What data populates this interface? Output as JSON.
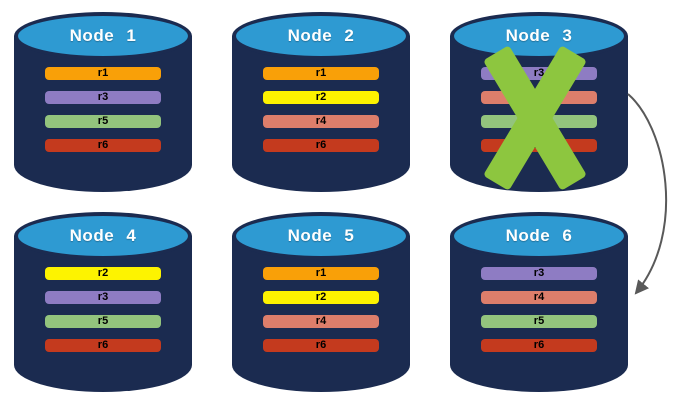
{
  "nodes": [
    {
      "title": "Node 1",
      "failed": false,
      "replicas": [
        {
          "label": "r1",
          "color": "#F9A008"
        },
        {
          "label": "r3",
          "color": "#8E7CC3"
        },
        {
          "label": "r5",
          "color": "#93C47D"
        },
        {
          "label": "r6",
          "color": "#C43A1E"
        }
      ]
    },
    {
      "title": "Node 2",
      "failed": false,
      "replicas": [
        {
          "label": "r1",
          "color": "#F9A008"
        },
        {
          "label": "r2",
          "color": "#FDF300"
        },
        {
          "label": "r4",
          "color": "#DD7E6B"
        },
        {
          "label": "r6",
          "color": "#C43A1E"
        }
      ]
    },
    {
      "title": "Node 3",
      "failed": true,
      "replicas": [
        {
          "label": "r3",
          "color": "#8E7CC3"
        },
        {
          "label": "r4",
          "color": "#DD7E6B"
        },
        {
          "label": "r5",
          "color": "#93C47D"
        },
        {
          "label": "r6",
          "color": "#C43A1E"
        }
      ]
    },
    {
      "title": "Node 4",
      "failed": false,
      "replicas": [
        {
          "label": "r2",
          "color": "#FDF300"
        },
        {
          "label": "r3",
          "color": "#8E7CC3"
        },
        {
          "label": "r5",
          "color": "#93C47D"
        },
        {
          "label": "r6",
          "color": "#C43A1E"
        }
      ]
    },
    {
      "title": "Node 5",
      "failed": false,
      "replicas": [
        {
          "label": "r1",
          "color": "#F9A008"
        },
        {
          "label": "r2",
          "color": "#FDF300"
        },
        {
          "label": "r4",
          "color": "#DD7E6B"
        },
        {
          "label": "r6",
          "color": "#C43A1E"
        }
      ]
    },
    {
      "title": "Node 6",
      "failed": false,
      "replicas": [
        {
          "label": "r3",
          "color": "#8E7CC3"
        },
        {
          "label": "r4",
          "color": "#DD7E6B"
        },
        {
          "label": "r5",
          "color": "#93C47D"
        },
        {
          "label": "r6",
          "color": "#C43A1E"
        }
      ]
    }
  ],
  "failure": {
    "node": "Node 3",
    "marker": "X",
    "color": "#8DC63F"
  },
  "arrow": {
    "from": "Node 3",
    "to": "Node 6",
    "color": "#595959"
  },
  "colors": {
    "cylinder_body": "#1B2B50",
    "cylinder_top": "#2E9AD2",
    "title_text": "#FFFFFF",
    "bar_text": "#000000",
    "background": "#FFFFFF"
  }
}
